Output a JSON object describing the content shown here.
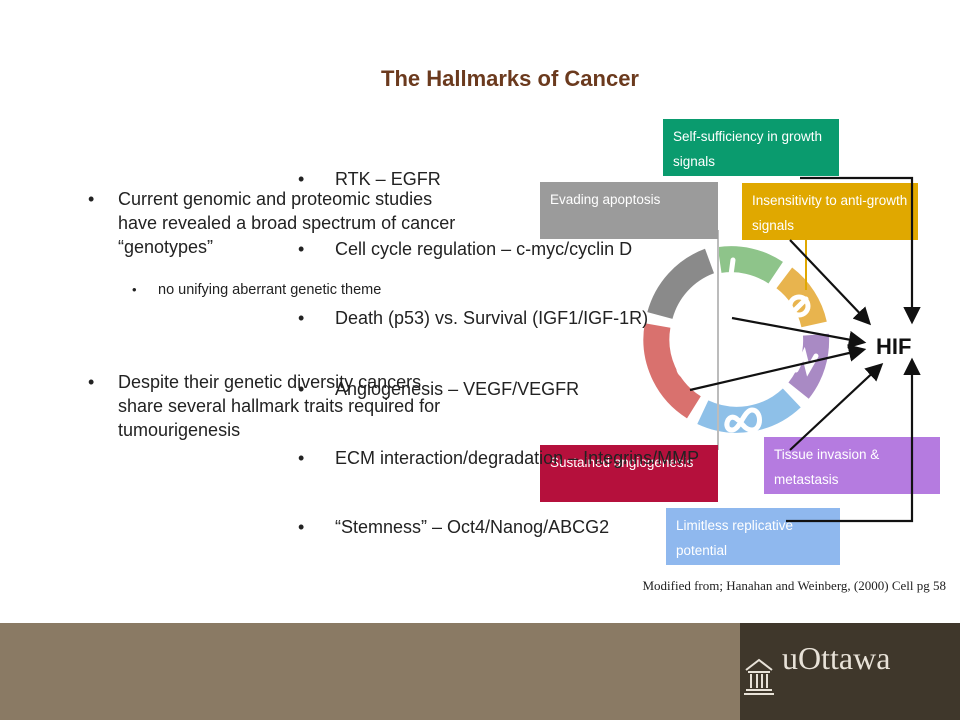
{
  "title": "The Hallmarks of Cancer",
  "left_bullets": [
    {
      "text": "Current genomic and proteomic studies have revealed a broad spectrum of cancer “genotypes”"
    },
    {
      "sub": "no unifying aberrant genetic theme"
    },
    {
      "text": "Despite their genetic diversity cancers share several hallmark traits required for tumourigenesis"
    }
  ],
  "right_bullets": [
    "RTK  – EGFR",
    "Cell cycle regulation – c-myc/cyclin D",
    "Death (p53) vs. Survival (IGF1/IGF-1R)",
    "Angiogenesis – VEGF/VEGFR",
    "ECM interaction/degradation – Integrins/MMP",
    "“Stemness” – Oct4/Nanog/ABCG2"
  ],
  "hallmarks": {
    "self_sufficiency": "Self-sufficiency in growth signals",
    "evading_apoptosis": "Evading apoptosis",
    "insensitivity": "Insensitivity to anti-growth signals",
    "angiogenesis": "Sustained angiogenesis",
    "invasion": "Tissue invasion & metastasis",
    "replicative": "Limitless replicative potential"
  },
  "colors": {
    "self_sufficiency": "#0a9b6e",
    "evading_apoptosis": "#9b9b9b",
    "insensitivity": "#e0a800",
    "angiogenesis": "#b5103c",
    "invasion": "#b57be0",
    "replicative": "#8fb8ee",
    "title": "#6b3a1e",
    "footer": "#8a7a64"
  },
  "hif_label": "HIF",
  "citation": "Modified from; Hanahan and Weinberg, (2000) Cell pg 58",
  "logo_text": "uOttawa",
  "icons": [
    "university-building-icon"
  ]
}
